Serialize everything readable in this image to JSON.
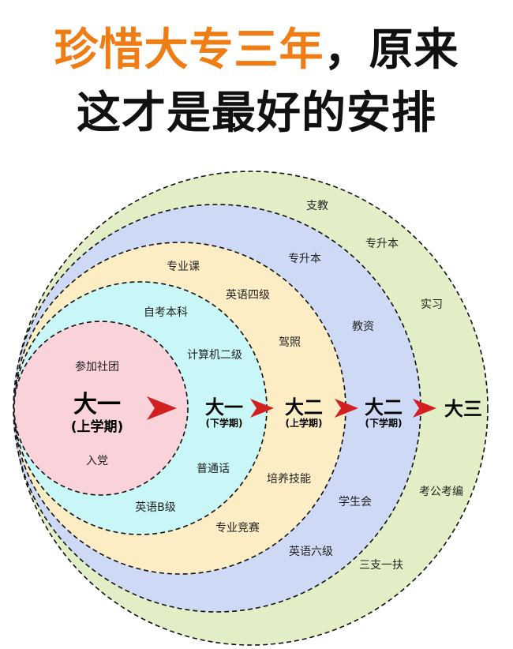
{
  "title": {
    "line1_highlight": "珍惜大专三年",
    "line1_rest": "，原来",
    "line2": "这才是最好的安排"
  },
  "colors": {
    "highlight": "#f07c14",
    "ring_freshman_1": "#f9d2da",
    "ring_freshman_2": "#c9f6f6",
    "ring_sophomore_1": "#fdedc4",
    "ring_sophomore_2": "#cdd9f5",
    "ring_junior": "#e2efc6",
    "arrow": "#d21f20"
  },
  "stages": [
    {
      "main": "大一",
      "sub": "(上学期)"
    },
    {
      "main": "大一",
      "sub": "(下学期)"
    },
    {
      "main": "大二",
      "sub": "(上学期)"
    },
    {
      "main": "大二",
      "sub": "(下学期)"
    },
    {
      "main": "大三",
      "sub": ""
    }
  ],
  "activities": {
    "freshman_1": [
      "参加社团",
      "入党"
    ],
    "freshman_2": [
      "自考本科",
      "计算机二级",
      "普通话",
      "英语B级"
    ],
    "sophomore_1": [
      "专业课",
      "英语四级",
      "驾照",
      "培养技能",
      "专业竞赛"
    ],
    "sophomore_2": [
      "专升本",
      "教资",
      "学生会",
      "英语六级"
    ],
    "junior": [
      "支教",
      "专升本",
      "实习",
      "考公考编",
      "三支一扶"
    ]
  }
}
